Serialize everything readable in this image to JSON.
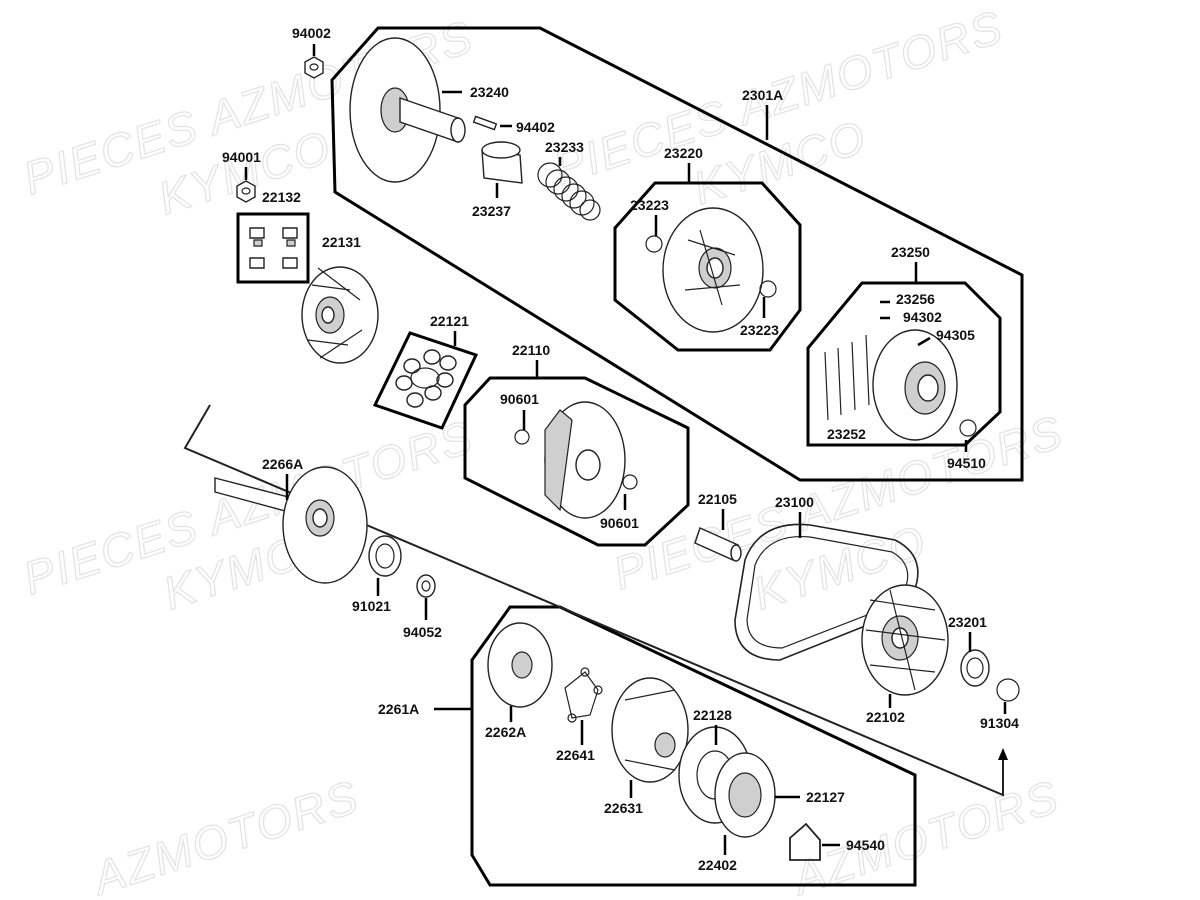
{
  "watermarks": [
    "PIECES AZMOTORS",
    "KYMCO",
    "PIECES AZMOTORS",
    "KYMCO",
    "PIECES AZMOTORS",
    "KYMCO",
    "PIECES AZMOTORS",
    "KYMCO",
    "AZMOTORS",
    "AZMOTORS"
  ],
  "labels": {
    "p94002": "94002",
    "p94001": "94001",
    "p22132": "22132",
    "p22131": "22131",
    "p23240": "23240",
    "p94402": "94402",
    "p23233": "23233",
    "p23237": "23237",
    "p2301A": "2301A",
    "p23220": "23220",
    "p23223a": "23223",
    "p23223b": "23223",
    "p23250": "23250",
    "p23256": "23256",
    "p94302": "94302",
    "p94305": "94305",
    "p23252": "23252",
    "p94510": "94510",
    "p22121": "22121",
    "p22110": "22110",
    "p90601a": "90601",
    "p90601b": "90601",
    "p2266A": "2266A",
    "p91021": "91021",
    "p94052": "94052",
    "p22105": "22105",
    "p23100": "23100",
    "p23201": "23201",
    "p22102": "22102",
    "p91304": "91304",
    "p2261A": "2261A",
    "p2262A": "2262A",
    "p22641": "22641",
    "p22128": "22128",
    "p22631": "22631",
    "p22127": "22127",
    "p22402": "22402",
    "p94540": "94540"
  }
}
